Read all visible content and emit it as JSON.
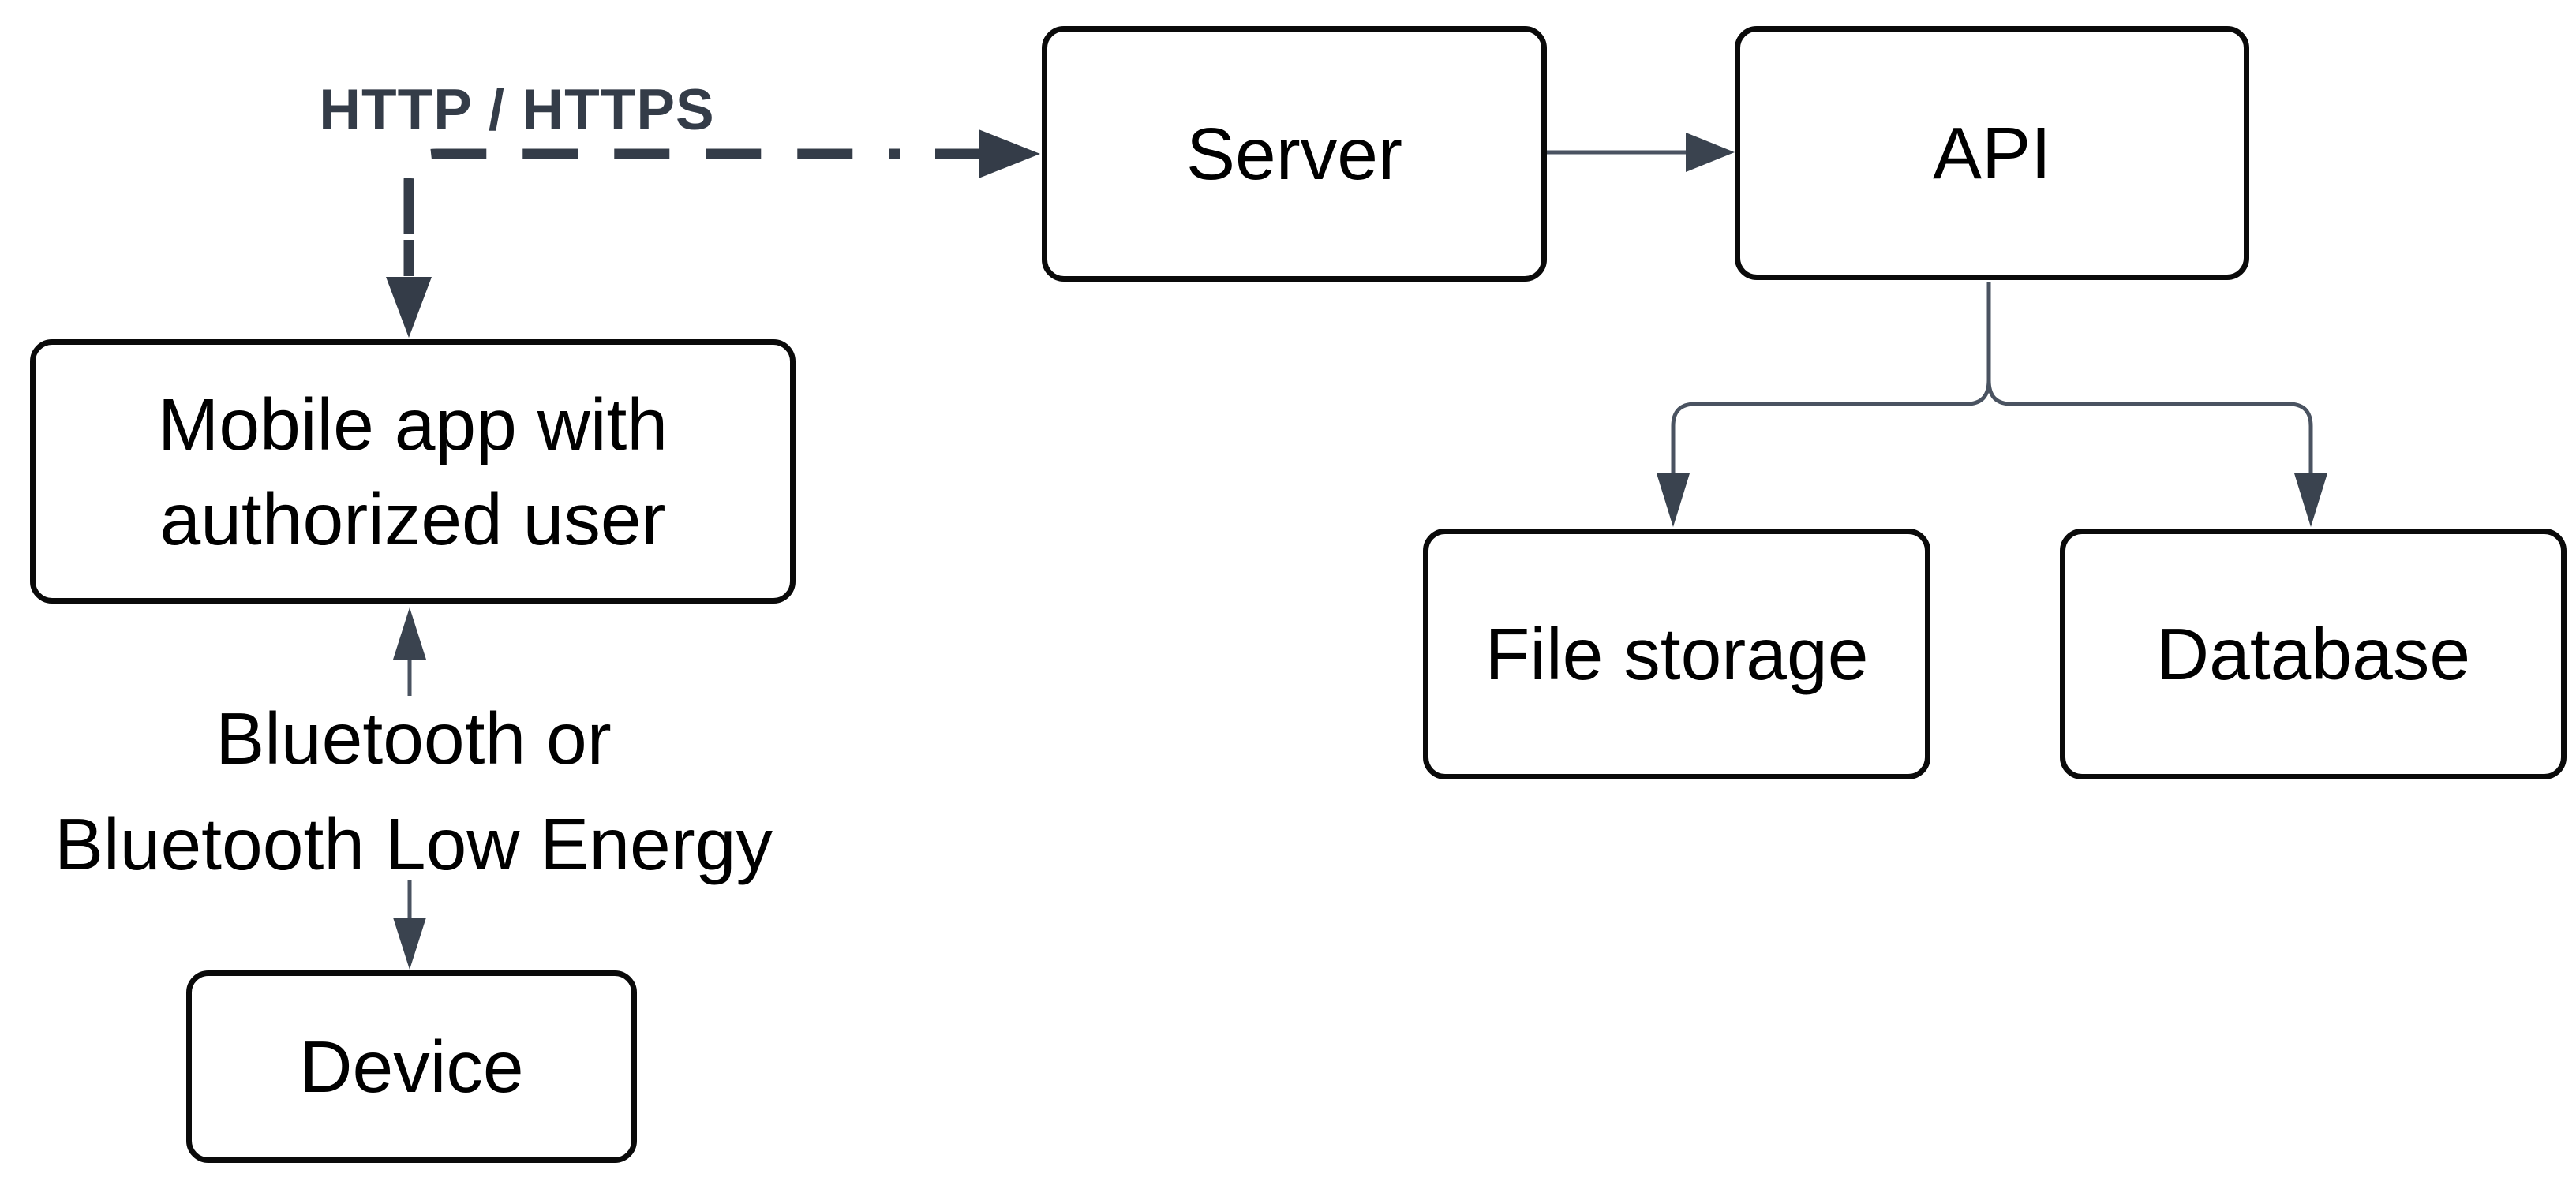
{
  "diagram": {
    "nodes": {
      "server": {
        "label": "Server"
      },
      "api": {
        "label": "API"
      },
      "mobile_app": {
        "lines": [
          "Mobile app with",
          "authorized user"
        ]
      },
      "file_storage": {
        "label": "File storage"
      },
      "database": {
        "label": "Database"
      },
      "device": {
        "label": "Device"
      }
    },
    "edges": {
      "http": {
        "label": "HTTP / HTTPS"
      },
      "bluetooth": {
        "lines": [
          "Bluetooth or",
          "Bluetooth Low Energy"
        ]
      }
    },
    "colors": {
      "background": "#ffffff",
      "box_border": "#0a0a0a",
      "box_fill": "#ffffff",
      "box_text": "#000000",
      "dashed_connector": "#343c48",
      "http_label_color": "#343c48",
      "thin_connector": "#4a5361",
      "arrowhead": "#3a434f",
      "label_text": "#000000"
    }
  }
}
